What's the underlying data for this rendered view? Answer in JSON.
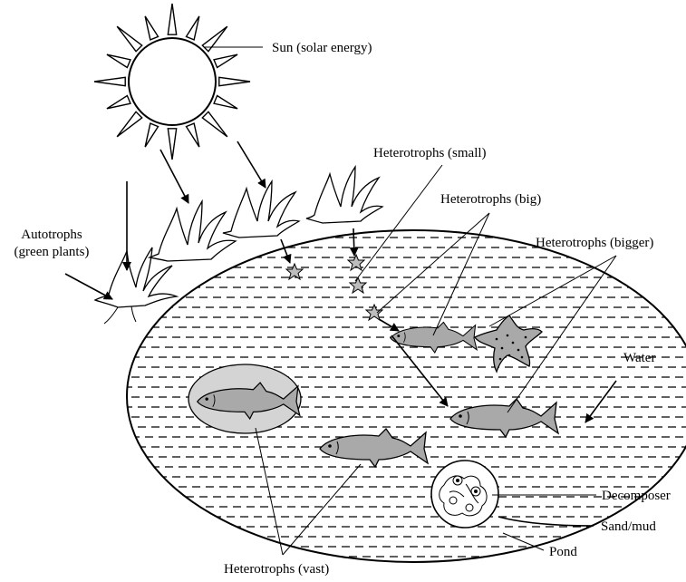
{
  "labels": {
    "sun": "Sun (solar energy)",
    "autotrophs_line1": "Autotrophs",
    "autotrophs_line2": "(green plants)",
    "heterotrophs_small": "Heterotrophs (small)",
    "heterotrophs_big": "Heterotrophs (big)",
    "heterotrophs_bigger": "Heterotrophs (bigger)",
    "water": "Water",
    "decomposer": "Decomposer",
    "sand_mud": "Sand/mud",
    "pond": "Pond",
    "heterotrophs_vast": "Heterotrophs (vast)"
  },
  "colors": {
    "line": "#000000",
    "fish_fill": "#a9a9a9",
    "highlight_circle": "#d4d4d4",
    "background": "#ffffff"
  }
}
